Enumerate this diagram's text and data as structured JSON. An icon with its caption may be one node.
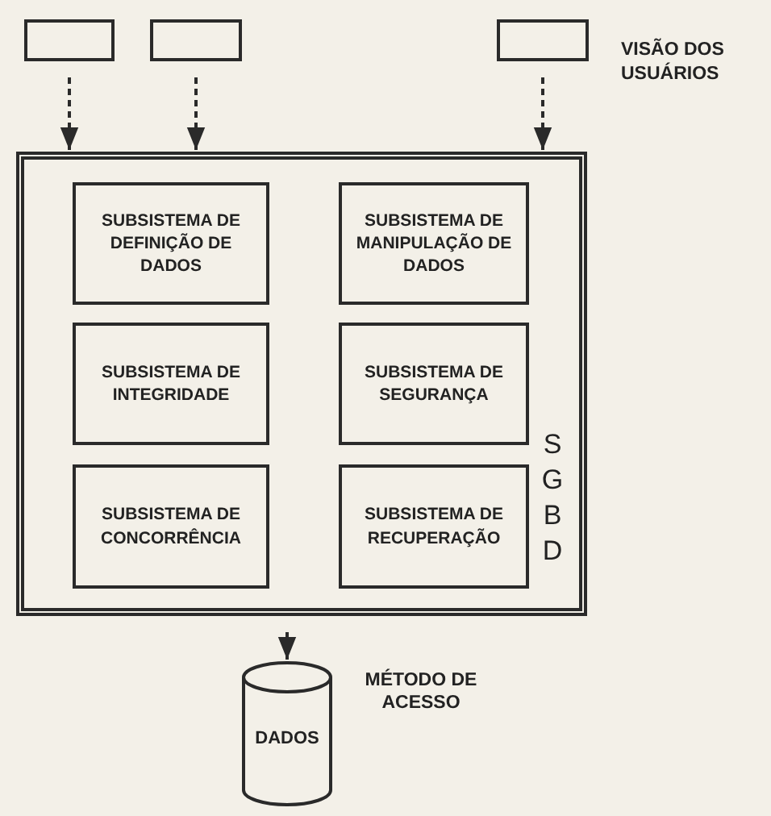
{
  "diagram": {
    "nodes": [
      {
        "text": [],
        "shape": "box"
      },
      {
        "text": [],
        "shape": "box"
      },
      {
        "text": [],
        "shape": "box"
      },
      {
        "text": [
          "SGBD"
        ]
      },
      {
        "text": [
          "SUBSISTEMA DE DEFINIÇÃO DE DADOS"
        ],
        "in": 3
      },
      {
        "text": [
          "SUBSISTEMA DE MANIPULAÇÃO DE DADOS"
        ],
        "in": 3
      },
      {
        "text": [
          "SUBSISTEMA DE INTEGRIDADE"
        ],
        "in": 3
      },
      {
        "text": [
          "SUBSISTEMA DE SEGURANÇA"
        ],
        "in": 3
      },
      {
        "text": [
          "SUBSISTEMA DE CONCORRÊNCIA"
        ],
        "in": 3
      },
      {
        "text": [
          "SUBSISTEMA DE RECUPERAÇÃO"
        ],
        "in": 3
      },
      {
        "text": [
          "DADOS"
        ]
      }
    ],
    "edges": [
      {
        "from": 0,
        "to": 3,
        "arrow": "to",
        "style": "dashed"
      },
      {
        "from": 1,
        "to": 3,
        "arrow": "to",
        "style": "dashed"
      },
      {
        "from": 2,
        "to": 3,
        "arrow": "to",
        "style": "dashed"
      },
      {
        "from": 3,
        "to": 10,
        "arrow": "to",
        "style": "dashed",
        "label": "MÉTODO DE ACESSO"
      }
    ],
    "labels": [
      "VISÃO DOS USUÁRIOS"
    ]
  }
}
